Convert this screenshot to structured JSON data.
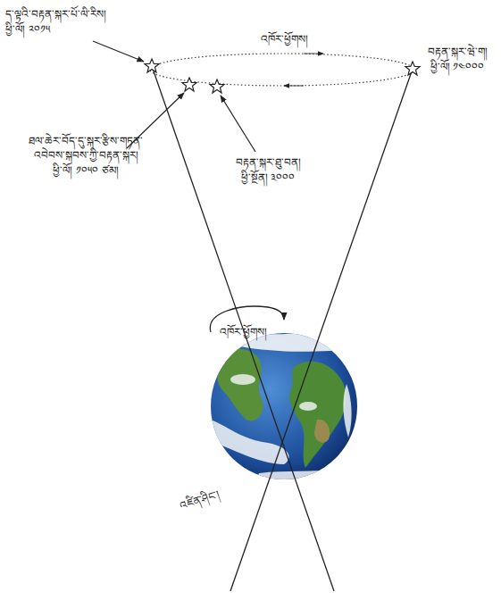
{
  "diagram": {
    "labels": [
      "ད་ལྟའི་བརྟན་སྐར་པོ་ལི་རིས།",
      "ཕྱི་ལོ། ༢༠༡༥",
      "འཁོར་ཕྱོགས།",
      "བརྟན་སྐར་ཝེ་ག།",
      "ཕྱི་ལོ། ༡༤༠༠༠",
      "ཐལ་ཆེར་བོད་དུ་སྐར་རྩིས་གཏན་འབེབས་སྐབས་ཀྱི་བརྟན་སྐར།",
      "ཕྱི་ལོ། ༡༠༥༠ ཙམ།",
      "བརྟན་སྐར་ཐུ་བན།",
      "ཕྱི་སྔོན། ༣༠༠༠",
      "འཁོར་ཕྱོགས།",
      "འཛིན་ཤིང་།"
    ]
  }
}
